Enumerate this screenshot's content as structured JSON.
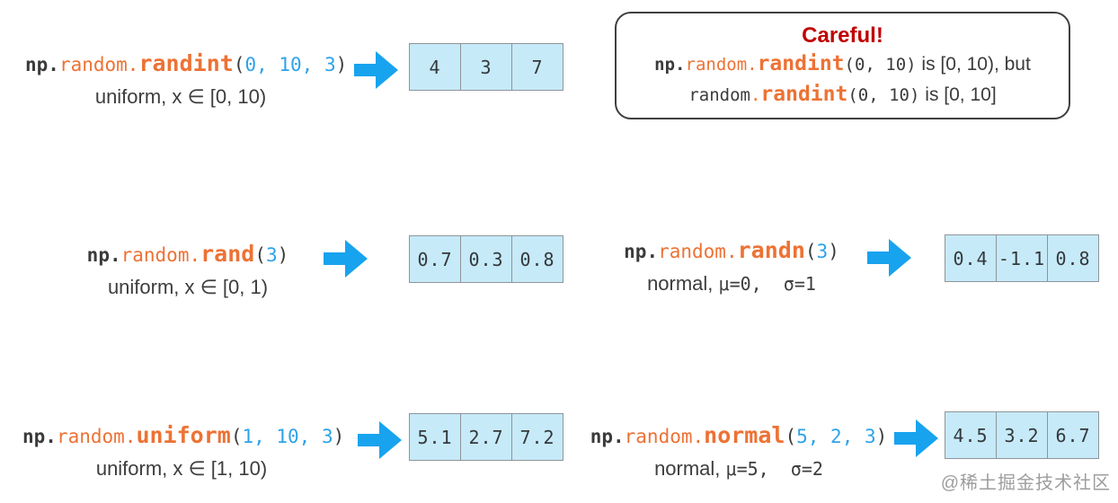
{
  "colors": {
    "orange": "#ED7234",
    "blue": "#2EA3E9",
    "dark": "#3B3B3B",
    "arrow": "#18A3EF",
    "cell_bg": "#C6EAF8",
    "cell_border": "#8F9499",
    "careful_red": "#C00000",
    "caption": "#3D3D3D",
    "watermark_gray": "#9D9D9D"
  },
  "blocks": [
    {
      "name": "randint",
      "code": {
        "prefix": "np.",
        "module": "random.",
        "func": "randint",
        "open": "(",
        "args": "0, 10, 3",
        "close": ")"
      },
      "caption": "uniform, x ∈ [0, 10)",
      "caption_mono": "",
      "values": [
        "4",
        "3",
        "7"
      ]
    },
    {
      "name": "rand",
      "code": {
        "prefix": "np.",
        "module": "random.",
        "func": "rand",
        "open": "(",
        "args": "3",
        "close": ")"
      },
      "caption": "uniform, x ∈ [0, 1)",
      "caption_mono": "",
      "values": [
        "0.7",
        "0.3",
        "0.8"
      ]
    },
    {
      "name": "randn",
      "code": {
        "prefix": "np.",
        "module": "random.",
        "func": "randn",
        "open": "(",
        "args": "3",
        "close": ")"
      },
      "caption": "normal, ",
      "caption_mono": "μ=0,  σ=1",
      "values": [
        "0.4",
        "-1.1",
        "0.8"
      ]
    },
    {
      "name": "uniform",
      "code": {
        "prefix": "np.",
        "module": "random.",
        "func": "uniform",
        "open": "(",
        "args": "1, 10, 3",
        "close": ")"
      },
      "caption": "uniform, x ∈ [1, 10)",
      "caption_mono": "",
      "values": [
        "5.1",
        "2.7",
        "7.2"
      ]
    },
    {
      "name": "normal",
      "code": {
        "prefix": "np.",
        "module": "random.",
        "func": "normal",
        "open": "(",
        "args": "5, 2, 3",
        "close": ")"
      },
      "caption": "normal, ",
      "caption_mono": "μ=5,  σ=2",
      "values": [
        "4.5",
        "3.2",
        "6.7"
      ]
    }
  ],
  "careful": {
    "title": "Careful!",
    "lines": [
      {
        "prefix": "np.",
        "module": "random.",
        "func": "randint",
        "args": "(0, 10)",
        "suffix": " is [0, 10), but"
      },
      {
        "prefix": "random",
        "module": ".",
        "func": "randint",
        "args": "(0, 10)",
        "suffix": " is [0, 10]"
      }
    ]
  },
  "watermark": "@稀土掘金技术社区"
}
